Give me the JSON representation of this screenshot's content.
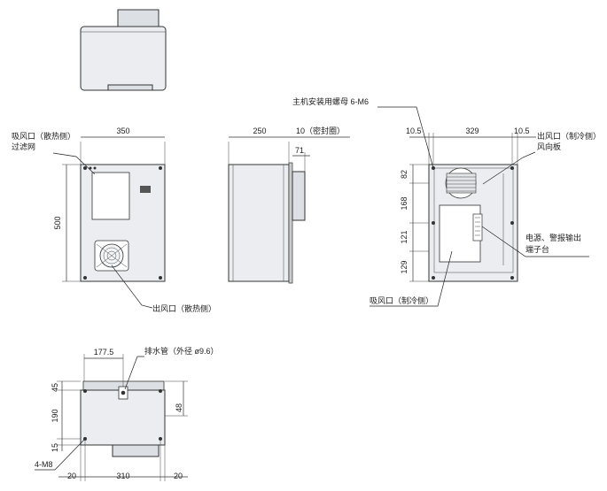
{
  "top_view": {},
  "front_view": {
    "label_intake": "吸风口（散热侧）",
    "label_filter": "过滤网",
    "dim_width": "350",
    "dim_height": "500",
    "label_outlet": "出风口（散热侧）"
  },
  "side_view": {
    "dim_depth": "250",
    "dim_seal": "10（密封圈）",
    "dim_protrusion": "71"
  },
  "rear_view": {
    "label_mount_nut": "主机安装用螺母 6-M6",
    "dim_left_margin": "10.5",
    "dim_width": "329",
    "dim_right_margin": "10.5",
    "label_outlet_line1": "出风口（制冷侧）",
    "label_outlet_line2": "风向板",
    "dim_v1": "82",
    "dim_v2": "168",
    "dim_v3": "121",
    "dim_v4": "129",
    "label_terminal_line1": "电源、警报输出",
    "label_terminal_line2": "端子台",
    "label_intake": "吸风口（制冷侧）"
  },
  "bottom_view": {
    "dim_drain_offset": "177.5",
    "label_drain": "排水管（外径 ø9.6）",
    "dim_v1": "45",
    "dim_v2": "190",
    "dim_v3": "15",
    "dim_right": "48",
    "label_holes": "4-M8",
    "dim_left": "20",
    "dim_center": "310",
    "dim_right_bottom": "20"
  }
}
